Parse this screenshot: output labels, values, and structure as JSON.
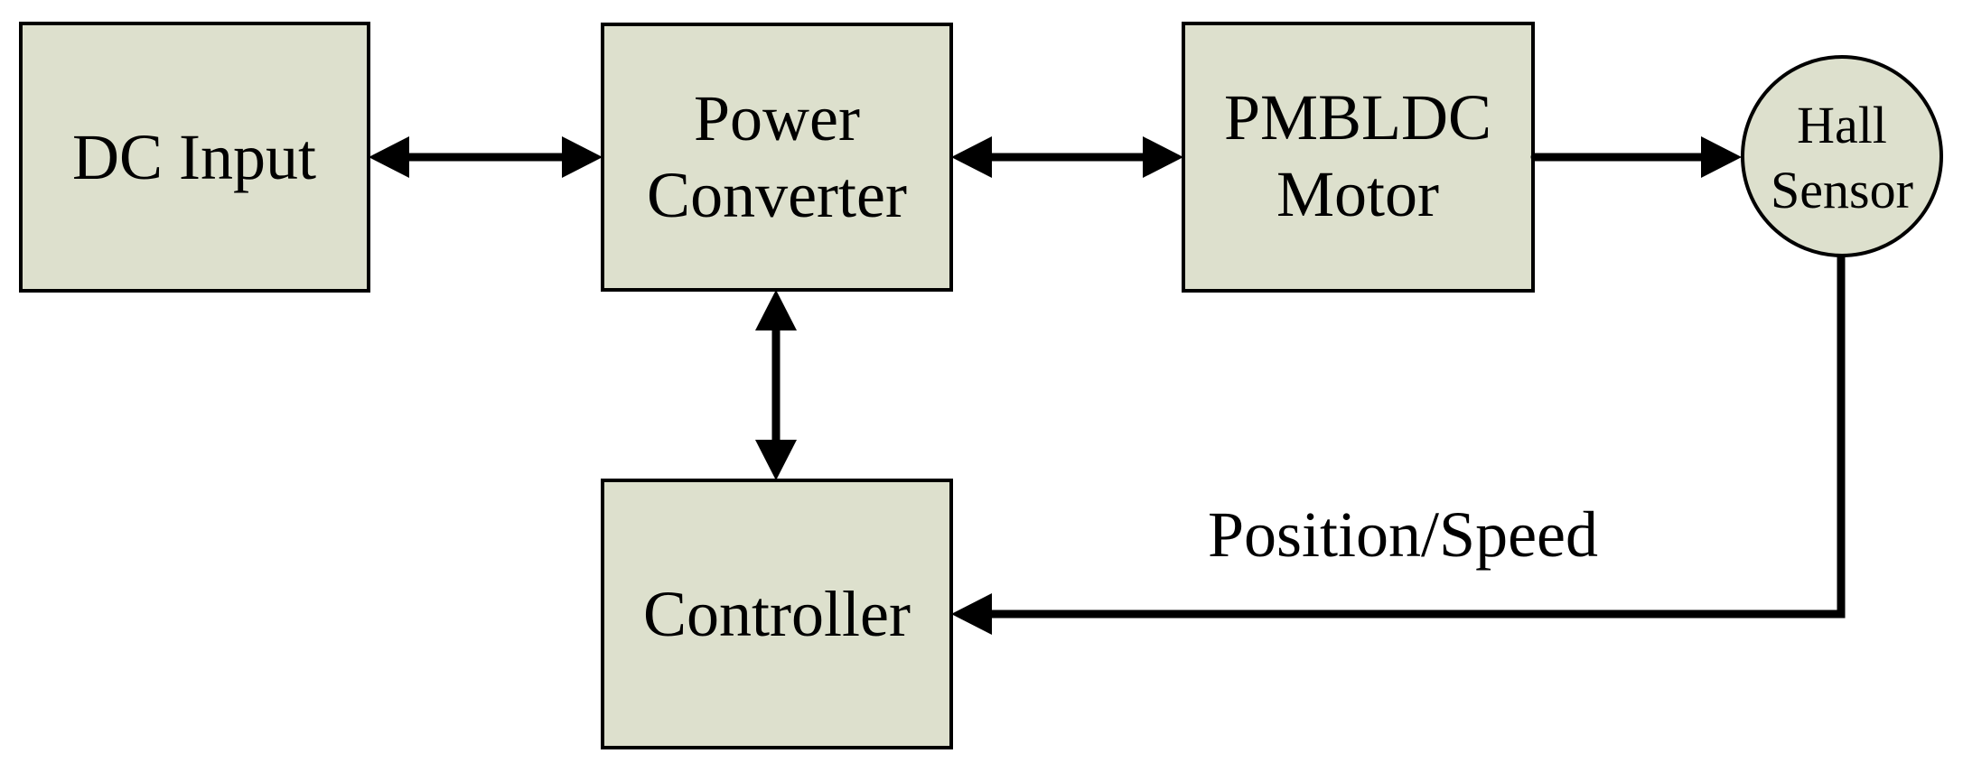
{
  "colors": {
    "background": "#ffffff",
    "node_fill": "#dde0cd",
    "node_border": "#000000",
    "arrow": "#000000",
    "text": "#000000"
  },
  "nodes": {
    "dc_input": {
      "label": "DC Input",
      "lines": [
        "DC Input"
      ]
    },
    "power_converter": {
      "label": "Power Converter",
      "lines": [
        "Power",
        "Converter"
      ]
    },
    "pmbldc_motor": {
      "label": "PMBLDC Motor",
      "lines": [
        "PMBLDC",
        "Motor"
      ]
    },
    "hall_sensor": {
      "label": "Hall Sensor",
      "lines": [
        "Hall",
        "Sensor"
      ]
    },
    "controller": {
      "label": "Controller",
      "lines": [
        "Controller"
      ]
    }
  },
  "edges": {
    "dc_to_converter": "bidirectional",
    "converter_to_motor": "bidirectional",
    "motor_to_hall": "forward",
    "converter_to_controller": "bidirectional",
    "hall_to_controller": "forward",
    "feedback_label": "Position/Speed"
  }
}
